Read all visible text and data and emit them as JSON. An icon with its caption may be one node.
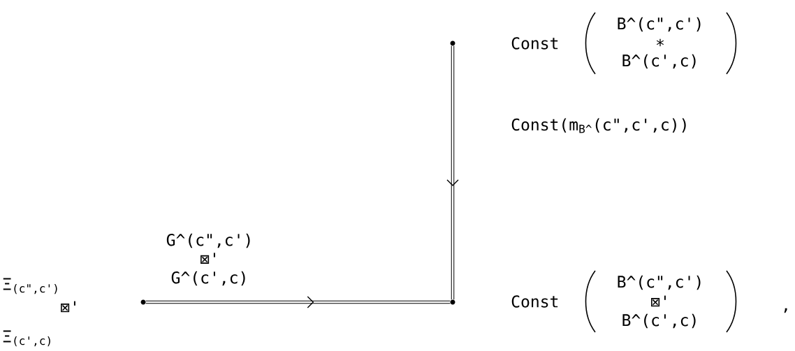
{
  "diagram": {
    "nodes": [
      {
        "text": [],
        "shape": "circle",
        "beside": [
          "Ξ$_{(c\",c')}$",
          "⊠'",
          "Ξ$_{(c',c)}$"
        ]
      },
      {
        "text": [],
        "shape": "circle",
        "beside": [
          "Const",
          "B^(c\",c')",
          "⊠'",
          "B^(c',c)"
        ]
      },
      {
        "text": [],
        "shape": "circle",
        "beside": [
          "Const",
          "B^(c\",c')",
          "∗",
          "B^(c',c)"
        ]
      }
    ],
    "edges": [
      {
        "from": 0,
        "to": 1,
        "arrow": "to",
        "label": "G^(c\",c') ⊠' G^(c',c)"
      },
      {
        "from": 2,
        "to": 1,
        "arrow": "to",
        "label": "Const(m$_{B^}$(c\",c',c))"
      }
    ],
    "labels": [
      ","
    ]
  }
}
